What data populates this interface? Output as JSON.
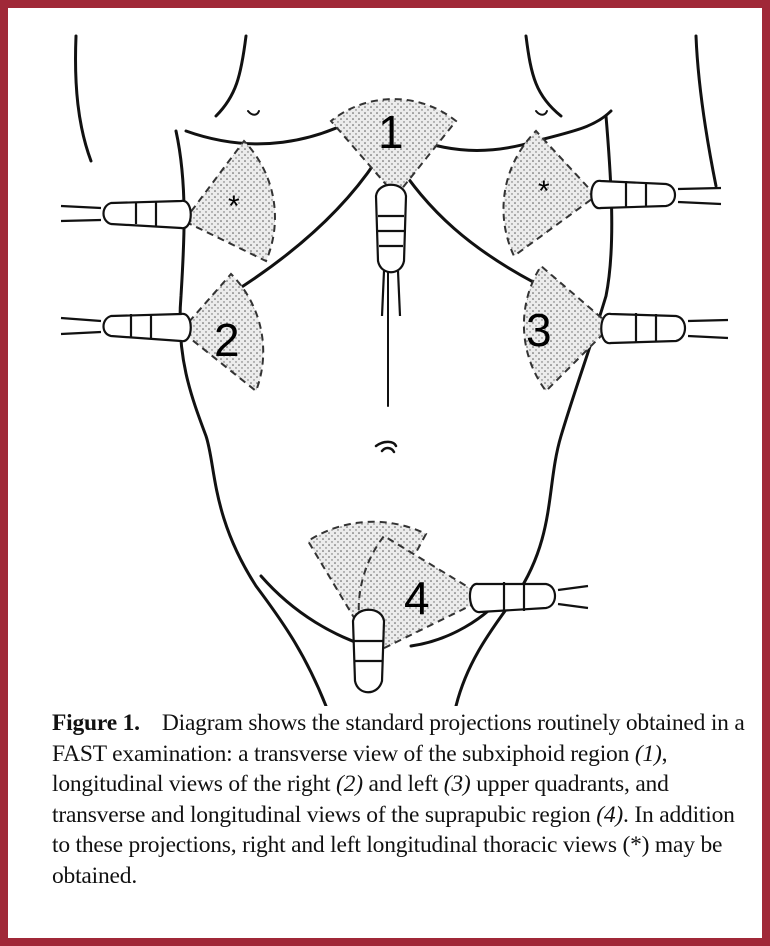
{
  "figure": {
    "markers": {
      "subxiphoid": "1",
      "right_upper_quadrant": "2",
      "left_upper_quadrant": "3",
      "suprapubic": "4",
      "thoracic_right": "*",
      "thoracic_left": "*"
    },
    "colors": {
      "frame": "#a02838",
      "stipple": "#e6e6e6",
      "line": "#111111"
    }
  },
  "caption": {
    "label": "Figure 1.",
    "t1": "Diagram shows the standard projections routinely obtained in a FAST examination: a transverse view of the subxiphoid region ",
    "e1": "(1)",
    "t2": ", longitudinal views of the right ",
    "e2": "(2)",
    "t3": " and left ",
    "e3": "(3)",
    "t4": " upper quadrants, and transverse and longitudinal views of the suprapubic region ",
    "e4": "(4)",
    "t5": ". In addition to these projections, right and left longitudinal thoracic views (*) may be obtained."
  }
}
